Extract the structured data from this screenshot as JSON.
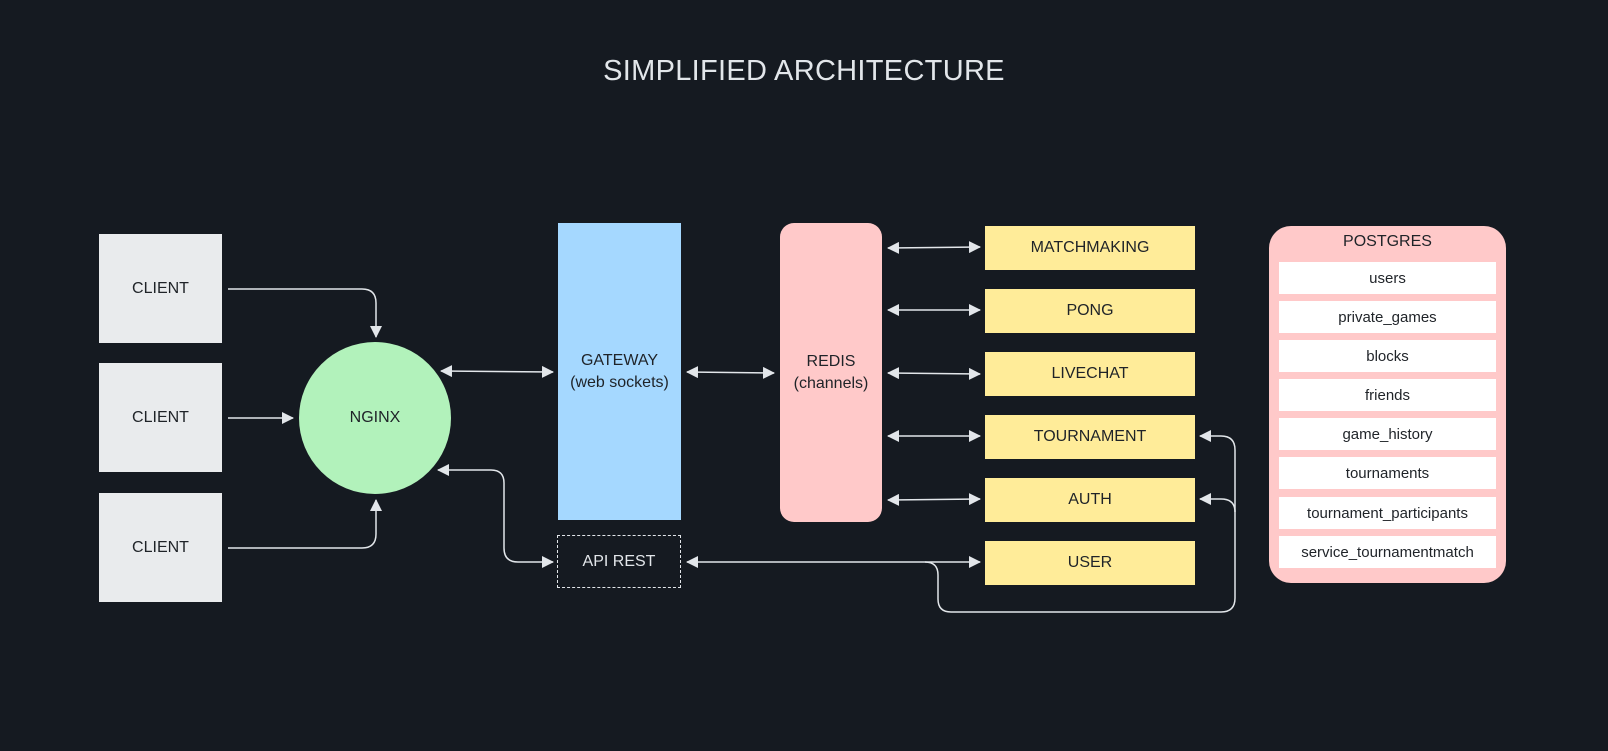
{
  "diagram": {
    "title": "SIMPLIFIED ARCHITECTURE",
    "clients": [
      {
        "label": "CLIENT"
      },
      {
        "label": "CLIENT"
      },
      {
        "label": "CLIENT"
      }
    ],
    "nginx": {
      "label": "NGINX"
    },
    "gateway": {
      "label": "GATEWAY",
      "sublabel": "(web sockets)"
    },
    "api_rest": {
      "label": "API REST"
    },
    "redis": {
      "label": "REDIS",
      "sublabel": "(channels)"
    },
    "services": [
      {
        "label": "MATCHMAKING"
      },
      {
        "label": "PONG"
      },
      {
        "label": "LIVECHAT"
      },
      {
        "label": "TOURNAMENT"
      },
      {
        "label": "AUTH"
      },
      {
        "label": "USER"
      }
    ],
    "postgres": {
      "label": "POSTGRES",
      "tables": [
        "users",
        "private_games",
        "blocks",
        "friends",
        "game_history",
        "tournaments",
        "tournament_participants",
        "service_tournamentmatch"
      ]
    }
  },
  "colors": {
    "background": "#151a21",
    "client": "#e9ebed",
    "nginx": "#b2f2bb",
    "gateway": "#a5d8ff",
    "redis": "#ffc9c9",
    "service": "#ffec99",
    "postgres": "#ffc9c9",
    "connector": "#e2e6ea"
  }
}
